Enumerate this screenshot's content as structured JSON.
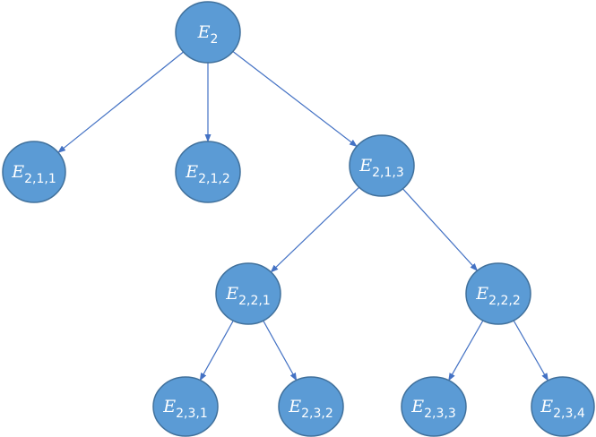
{
  "colors": {
    "node_fill": "#5B9BD5",
    "node_stroke": "#41719C",
    "edge": "#4472C4",
    "label": "#FFFFFF"
  },
  "nodes": [
    {
      "id": "E2",
      "base": "E",
      "sub": "2"
    },
    {
      "id": "E211",
      "base": "E",
      "sub": "2,1,1"
    },
    {
      "id": "E212",
      "base": "E",
      "sub": "2,1,2"
    },
    {
      "id": "E213",
      "base": "E",
      "sub": "2,1,3"
    },
    {
      "id": "E221",
      "base": "E",
      "sub": "2,2,1"
    },
    {
      "id": "E222",
      "base": "E",
      "sub": "2,2,2"
    },
    {
      "id": "E231",
      "base": "E",
      "sub": "2,3,1"
    },
    {
      "id": "E232",
      "base": "E",
      "sub": "2,3,2"
    },
    {
      "id": "E233",
      "base": "E",
      "sub": "2,3,3"
    },
    {
      "id": "E234",
      "base": "E",
      "sub": "2,3,4"
    }
  ],
  "edges": [
    {
      "from": "E2",
      "to": "E211"
    },
    {
      "from": "E2",
      "to": "E212"
    },
    {
      "from": "E2",
      "to": "E213"
    },
    {
      "from": "E213",
      "to": "E221"
    },
    {
      "from": "E213",
      "to": "E222"
    },
    {
      "from": "E221",
      "to": "E231"
    },
    {
      "from": "E221",
      "to": "E232"
    },
    {
      "from": "E222",
      "to": "E233"
    },
    {
      "from": "E222",
      "to": "E234"
    }
  ]
}
